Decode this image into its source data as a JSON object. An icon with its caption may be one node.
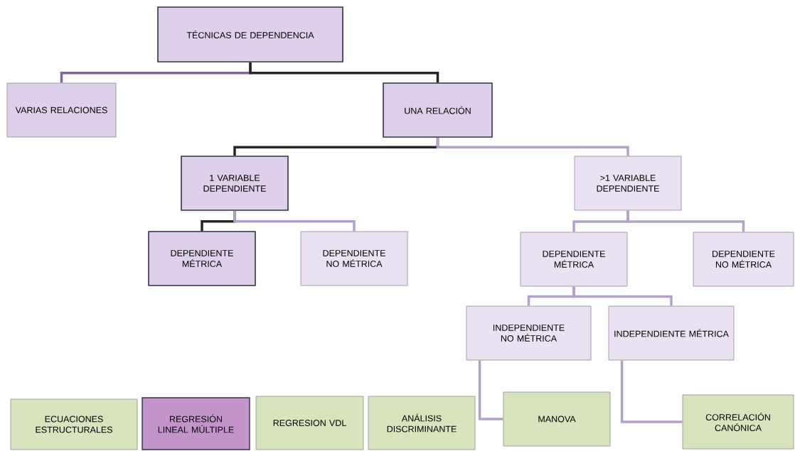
{
  "diagram": {
    "nodes": [
      {
        "text": [
          "TÉCNICAS DE DEPENDENCIA"
        ]
      },
      {
        "text": [
          "VARIAS RELACIONES"
        ]
      },
      {
        "text": [
          "UNA RELACIÓN"
        ]
      },
      {
        "text": [
          "1 VARIABLE DEPENDIENTE"
        ]
      },
      {
        "text": [
          ">1 VARIABLE DEPENDIENTE"
        ]
      },
      {
        "text": [
          "DEPENDIENTE MÉTRICA"
        ]
      },
      {
        "text": [
          "DEPENDIENTE NO MÉTRICA"
        ]
      },
      {
        "text": [
          "DEPENDIENTE MÉTRICA"
        ]
      },
      {
        "text": [
          "DEPENDIENTE NO MÉTRICA"
        ]
      },
      {
        "text": [
          "INDEPENDIENTE NO MÉTRICA"
        ]
      },
      {
        "text": [
          "INDEPENDIENTE MÉTRICA"
        ]
      },
      {
        "text": [
          "ECUACIONES ESTRUCTURALES"
        ]
      },
      {
        "text": [
          "REGRESIÓN LINEAL MÚLTIPLE"
        ]
      },
      {
        "text": [
          "REGRESION VDL"
        ]
      },
      {
        "text": [
          "ANÁLISIS DISCRIMINANTE"
        ]
      },
      {
        "text": [
          "MANOVA"
        ]
      },
      {
        "text": [
          "CORRELACIÓN CANÓNICA"
        ]
      }
    ],
    "edges": [
      {
        "from": 0,
        "to": 1,
        "arrow": "none",
        "color": "#8064a2"
      },
      {
        "from": 0,
        "to": 2,
        "arrow": "none",
        "color": "#262626"
      },
      {
        "from": 2,
        "to": 3,
        "arrow": "none",
        "color": "#262626"
      },
      {
        "from": 2,
        "to": 4,
        "arrow": "none"
      },
      {
        "from": 3,
        "to": 5,
        "arrow": "none",
        "color": "#262626"
      },
      {
        "from": 3,
        "to": 6,
        "arrow": "none"
      },
      {
        "from": 4,
        "to": 7,
        "arrow": "none"
      },
      {
        "from": 4,
        "to": 8,
        "arrow": "none"
      },
      {
        "from": 7,
        "to": 9,
        "arrow": "none"
      },
      {
        "from": 7,
        "to": 10,
        "arrow": "none"
      },
      {
        "from": 9,
        "to": 15,
        "arrow": "none"
      },
      {
        "from": 10,
        "to": 16,
        "arrow": "none"
      }
    ]
  }
}
